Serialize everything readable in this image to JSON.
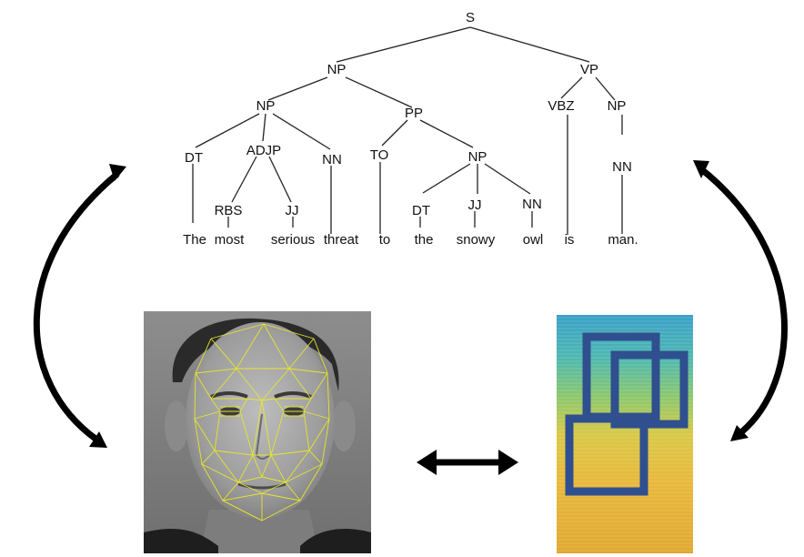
{
  "parse_tree": {
    "labels": {
      "root": "S",
      "np_subject": "NP",
      "vp": "VP",
      "np_inner": "NP",
      "pp": "PP",
      "vbz": "VBZ",
      "np_object": "NP",
      "dt_1": "DT",
      "adjp": "ADJP",
      "nn_threat": "NN",
      "to": "TO",
      "np_pp": "NP",
      "nn_object": "NN",
      "rbs": "RBS",
      "jj_1": "JJ",
      "dt_2": "DT",
      "jj_2": "JJ",
      "nn_owl": "NN"
    },
    "words": {
      "w1": "The",
      "w2": "most",
      "w3": "serious",
      "w4": "threat",
      "w5": "to",
      "w6": "the",
      "w7": "snowy",
      "w8": "owl",
      "w9": "is",
      "w10": "man."
    }
  },
  "images": {
    "face": "face-mesh-photo",
    "heatmap": "spectrogram-heatmap-with-boxes"
  },
  "colors": {
    "mesh": "#e6e62e",
    "box": "#2f4f8f",
    "arrow": "#000000"
  }
}
